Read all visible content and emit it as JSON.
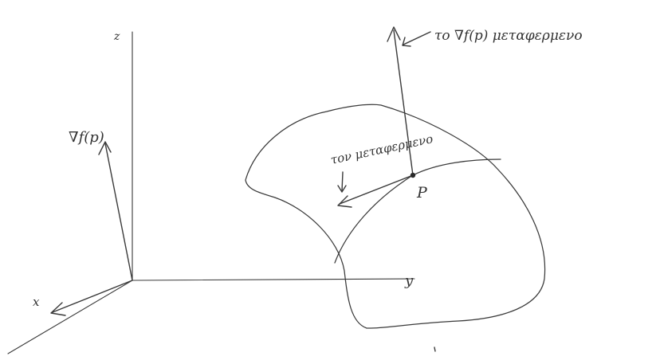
{
  "labels": {
    "z_axis": "z",
    "y_axis": "y",
    "x_axis": "x",
    "grad_at_origin": "∇f(p)",
    "grad_translated_note": "το ∇f(p) μεταφερμενο",
    "translated_note": "τον μεταφερμενο",
    "point_p": "P"
  },
  "colors": {
    "ink": "#3a3a3a",
    "paper": "#ffffff"
  }
}
